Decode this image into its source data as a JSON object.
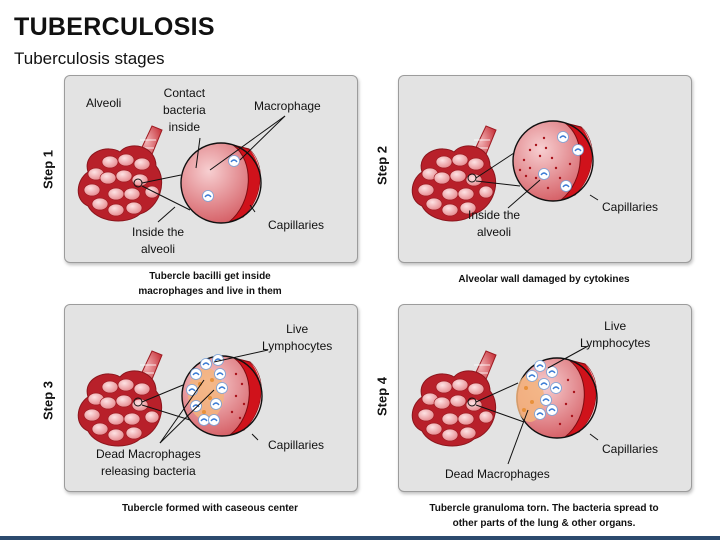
{
  "header": {
    "title": "TUBERCULOSIS",
    "subtitle": "Tuberculosis stages"
  },
  "steps": [
    {
      "step_label": "Step 1",
      "caption_line1": "Tubercle bacilli get inside",
      "caption_line2": "macrophages and live in them",
      "labels": {
        "alveoli": "Alveoli",
        "contact_line1": "Contact",
        "contact_line2": "bacteria",
        "contact_line3": "inside",
        "macrophage": "Macrophage",
        "inside_line1": "Inside the",
        "inside_line2": "alveoli",
        "capillaries": "Capillaries"
      }
    },
    {
      "step_label": "Step 2",
      "caption_line1": "Alveolar wall damaged by cytokines",
      "labels": {
        "inside_line1": "Inside the",
        "inside_line2": "alveoli",
        "capillaries": "Capillaries"
      }
    },
    {
      "step_label": "Step 3",
      "caption_line1": "Tubercle formed with caseous center",
      "labels": {
        "live_line1": "Live",
        "live_line2": "Lymphocytes",
        "dead_line1": "Dead Macrophages",
        "dead_line2": "releasing bacteria",
        "capillaries": "Capillaries"
      }
    },
    {
      "step_label": "Step 4",
      "caption_line1": "Tubercle granuloma torn. The bacteria spread to",
      "caption_line2": "other parts of the lung & other organs.",
      "labels": {
        "live_line1": "Live",
        "live_line2": "Lymphocytes",
        "dead": "Dead Macrophages",
        "capillaries": "Capillaries"
      }
    }
  ],
  "colors": {
    "panel_bg": "#e3e3e3",
    "tissue_red": "#c9242b",
    "tissue_pink": "#e9a3a7",
    "capillary_red": "#d0121b",
    "bacteria_blue": "#3a7bd5",
    "caseous_orange": "#e8913a"
  }
}
